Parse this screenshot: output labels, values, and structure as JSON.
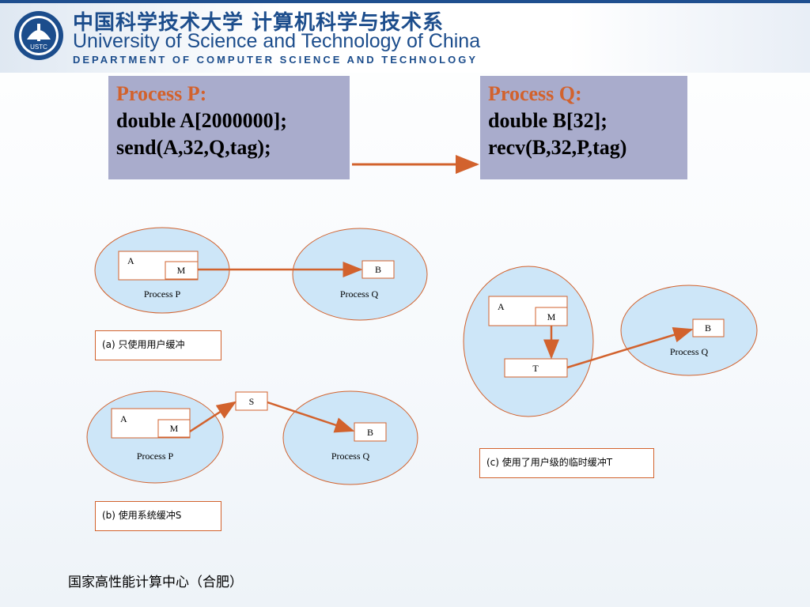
{
  "header": {
    "title_cn": "中国科学技术大学 计算机科学与技术系",
    "title_en": "University of Science and Technology of China",
    "dept": "Department of Computer Science and Technology",
    "logo_text": "USTC"
  },
  "process_p": {
    "title": "Process P:",
    "line1": "double A[2000000];",
    "line2": "send(A,32,Q,tag);"
  },
  "process_q": {
    "title": "Process Q:",
    "line1": "double B[32];",
    "line2": "recv(B,32,P,tag)"
  },
  "diagram_a": {
    "buf_a": "A",
    "buf_m": "M",
    "buf_b": "B",
    "proc_p": "Process P",
    "proc_q": "Process Q",
    "caption": "(a) 只使用用户缓冲"
  },
  "diagram_b": {
    "buf_a": "A",
    "buf_m": "M",
    "buf_s": "S",
    "buf_b": "B",
    "proc_p": "Process P",
    "proc_q": "Process Q",
    "caption": "(b) 使用系统缓冲S"
  },
  "diagram_c": {
    "buf_a": "A",
    "buf_m": "M",
    "buf_t": "T",
    "buf_b": "B",
    "proc_q": "Process Q",
    "caption": "(c) 使用了用户级的临时缓冲T"
  },
  "footer": {
    "text": "国家高性能计算中心（合肥）"
  },
  "colors": {
    "ellipse_fill": "#cde6f8",
    "accent": "#d2622d",
    "code_bg": "#a9accc",
    "brand": "#1c4d8c"
  }
}
